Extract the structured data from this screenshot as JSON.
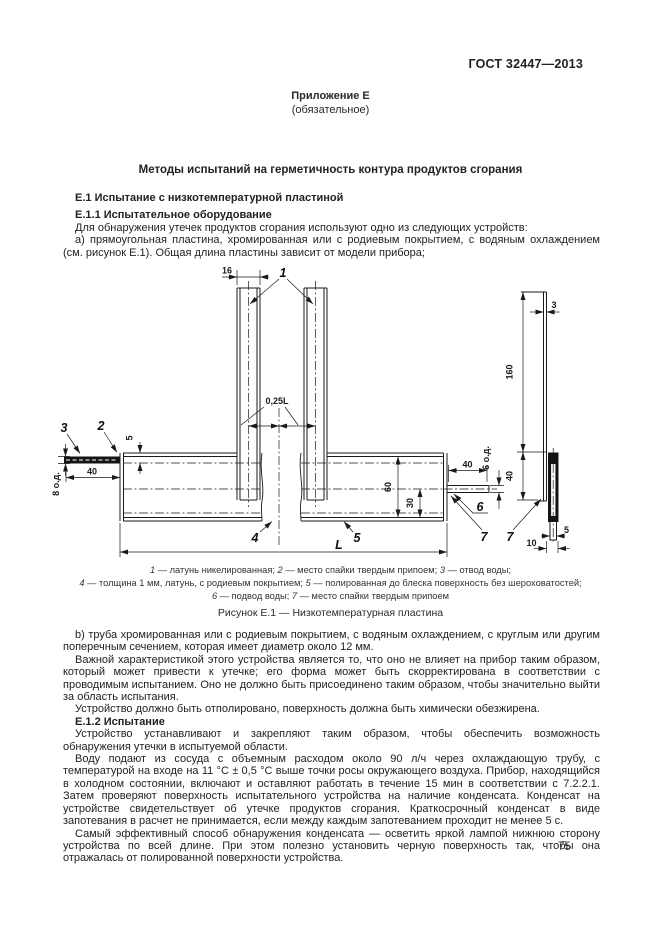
{
  "page": {
    "standard_code": "ГОСТ 32447—2013",
    "appendix_label": "Приложение Е",
    "appendix_note": "(обязательное)",
    "title": "Методы испытаний на герметичность контура продуктов сгорания",
    "page_number": "75"
  },
  "content": {
    "heading_e1": "Е.1 Испытание с низкотемпературной пластиной",
    "heading_e11": "Е.1.1 Испытательное оборудование",
    "p_intro": "Для обнаружения утечек продуктов сгорания используют одно из следующих устройств:",
    "item_a": "а) прямоугольная пластина, хромированная или с родиевым покрытием, с водяным охлаждением (см. рисунок Е.1). Общая длина пластины зависит от модели прибора;",
    "item_b": "b) труба хромированная или с родиевым покрытием, с водяным охлаждением, с круглым или другим поперечным сечением, которая имеет диаметр около 12 мм.",
    "p_feature": "Важной характеристикой этого устройства является то, что оно не влияет на прибор таким образом, который может привести к утечке; его форма может быть скорректирована в соответствии с проводимым испытанием. Оно не должно быть присоединено таким образом, чтобы значительно выйти за область испытания.",
    "p_polish": "Устройство должно быть отполировано, поверхность должна быть химически обезжирена.",
    "heading_e12": "Е.1.2 Испытание",
    "p_setup": "Устройство устанавливают и закрепляют таким образом, чтобы обеспечить возможность обнаружения утечки в испытуемой области.",
    "p_water": "Воду подают из сосуда с объемным расходом около 90 л/ч через охлаждающую трубу, с температурой на входе на 11 °С ± 0,5 °С выше точки росы окружающего воздуха. Прибор, находящийся в холодном состоянии, включают и оставляют работать в течение 15 мин в соответствии с 7.2.2.1. Затем проверяют поверхность испытательного устройства на наличие конденсата. Конденсат на устройстве свидетельствует об утечке продуктов сгорания. Краткосрочный конденсат в виде запотевания в расчет не принимается, если между каждым запотеванием проходит не менее 5 с.",
    "p_method": "Самый эффективный способ обнаружения конденсата — осветить яркой лампой нижнюю сторону устройства по всей длине. При этом полезно установить черную поверхность так, чтобы она отражалась от полированной поверхности устройства."
  },
  "figure": {
    "title": "Рисунок Е.1 — Низкотемпературная пластина",
    "caption_lines": [
      {
        "parts": [
          "1",
          " — латунь никелированная; ",
          "2",
          " — место спайки твердым припоем; ",
          "3",
          " — отвод воды;"
        ]
      },
      {
        "parts": [
          "4",
          " — толщина 1 мм, латунь, с родиевым покрытием; ",
          "5",
          " — полированная до блеска поверхность без шероховатостей;"
        ]
      },
      {
        "parts": [
          "6",
          " — подвод воды; ",
          "7",
          " — место спайки твердым припоем"
        ]
      }
    ],
    "part_labels": {
      "p1": "1",
      "p2": "2",
      "p3": "3",
      "p4": "4",
      "p5": "5",
      "p6": "6",
      "p7a": "7",
      "p7b": "7"
    },
    "dimensions": {
      "tube_width": "16",
      "quarter_length": "0,25L",
      "outlet_length": "40",
      "outlet_od": "8 о.д.",
      "edge_offset": "5",
      "plate_width": "60",
      "inlet_height": "30",
      "inlet_length": "40",
      "inlet_od": "6 о.д.",
      "total_length": "L",
      "thickness": "3",
      "side_height": "160",
      "side_lower": "40",
      "side_bore": "5",
      "side_offset": "10"
    }
  }
}
